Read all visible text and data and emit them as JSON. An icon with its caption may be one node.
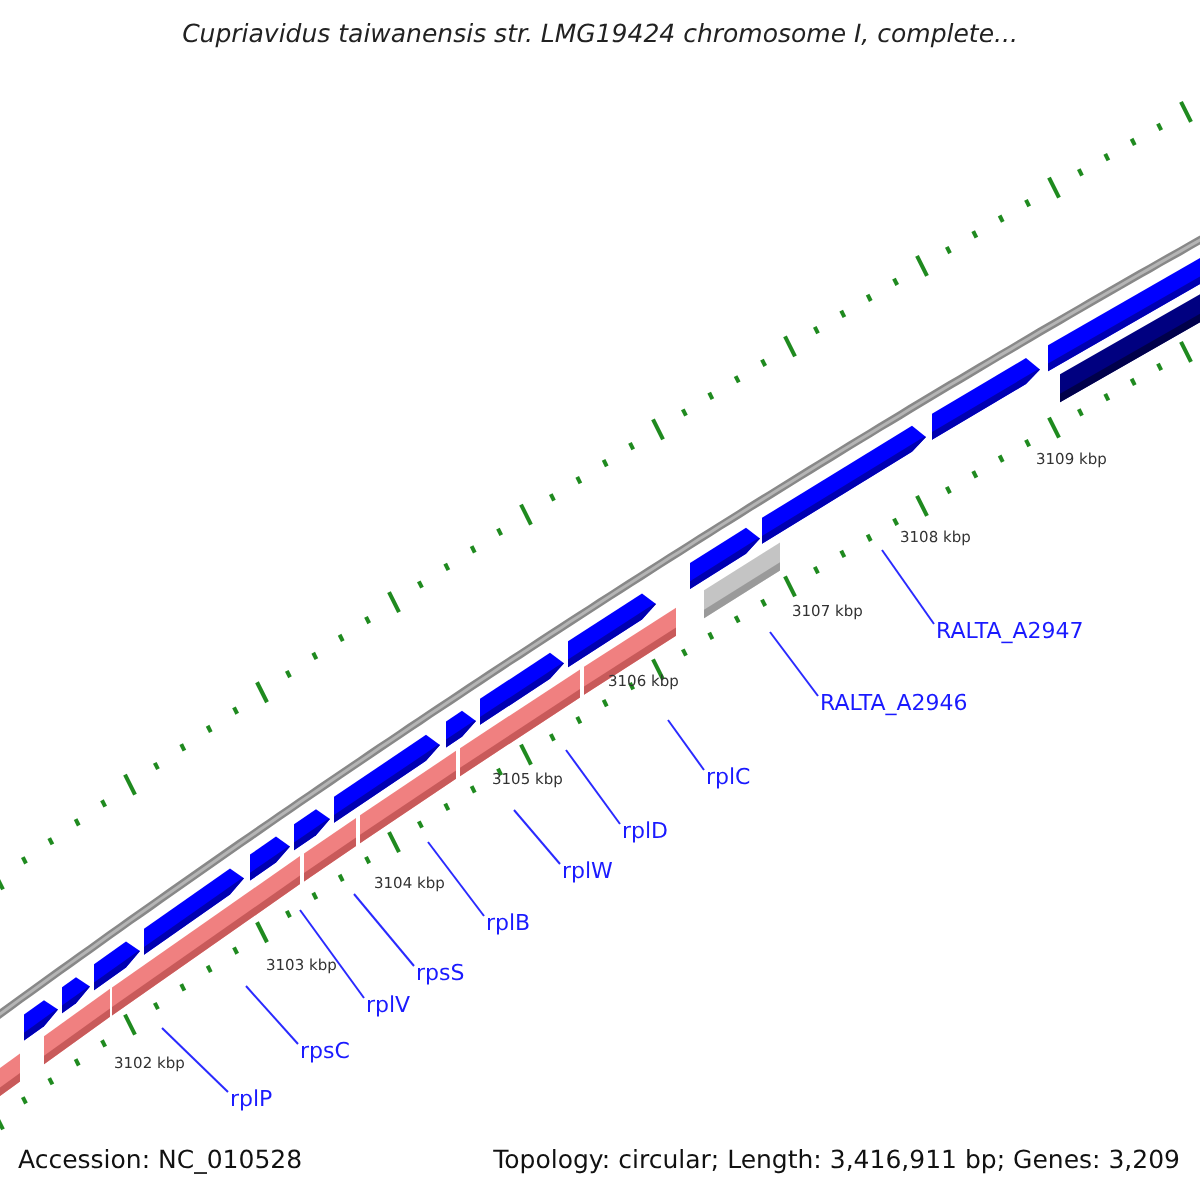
{
  "diagram": {
    "title": "Cupriavidus taiwanensis str. LMG19424 chromosome I, complete...",
    "nodes": [
      {
        "text": [
          "rplP"
        ]
      },
      {
        "text": [
          "rpsC"
        ]
      },
      {
        "text": [
          "rplV"
        ]
      },
      {
        "text": [
          "rpsS"
        ]
      },
      {
        "text": [
          "rplB"
        ]
      },
      {
        "text": [
          "rplW"
        ]
      },
      {
        "text": [
          "rplD"
        ]
      },
      {
        "text": [
          "rplC"
        ]
      },
      {
        "text": [
          "RALTA_A2946"
        ]
      },
      {
        "text": [
          "RALTA_A2947"
        ]
      }
    ],
    "edges": [
      {
        "from": 0,
        "to": null,
        "arrow": "none"
      },
      {
        "from": 1,
        "to": null,
        "arrow": "none"
      },
      {
        "from": 2,
        "to": null,
        "arrow": "none"
      },
      {
        "from": 3,
        "to": null,
        "arrow": "none"
      },
      {
        "from": 4,
        "to": null,
        "arrow": "none"
      },
      {
        "from": 5,
        "to": null,
        "arrow": "none"
      },
      {
        "from": 6,
        "to": null,
        "arrow": "none"
      },
      {
        "from": 7,
        "to": null,
        "arrow": "none"
      },
      {
        "from": 8,
        "to": null,
        "arrow": "none"
      },
      {
        "from": 9,
        "to": null,
        "arrow": "none"
      }
    ],
    "labels": [
      "3102 kbp",
      "3103 kbp",
      "3104 kbp",
      "3105 kbp",
      "3106 kbp",
      "3107 kbp",
      "3108 kbp",
      "3109 kbp",
      "Accession: NC_010528",
      "Topology: circular; Length: 3,416,911 bp; Genes: 3,209"
    ]
  }
}
